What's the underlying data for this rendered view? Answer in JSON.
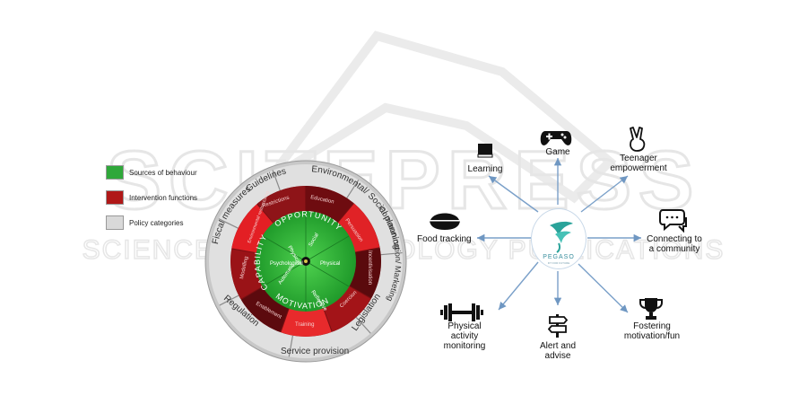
{
  "watermark": {
    "big_text": "SCITEPRESS",
    "small_text": "SCIENCE AND TECHNOLOGY PUBLICATIONS"
  },
  "legend": [
    {
      "label": "Sources of behaviour",
      "color": "#2fa83a"
    },
    {
      "label": "Intervention functions",
      "color": "#b01818"
    },
    {
      "label": "Policy categories",
      "color": "#d9d9d9"
    }
  ],
  "wheel": {
    "policy": [
      "Guidelines",
      "Environmental/ Social planning",
      "Communication/ Marketing",
      "Legislation",
      "Service provision",
      "Regulation",
      "Fiscal measures"
    ],
    "interventions": [
      "Restrictions",
      "Education",
      "Persuasion",
      "Incentivisation",
      "Coercion",
      "Training",
      "Enablement",
      "Modelling",
      "Environmental restructuring"
    ],
    "sources": {
      "capability": "CAPABILITY",
      "opportunity": "OPPORTUNITY",
      "motivation": "MOTIVATION",
      "physical": "Physical",
      "social": "Social",
      "psychological": "Psychological",
      "physical2": "Physical",
      "automatic": "Automatic",
      "reflective": "Reflective"
    }
  },
  "hub": {
    "logo_text": "PEGASO",
    "logo_sub": "FIT FOR FUTURE"
  },
  "nodes": {
    "learning": "Learning",
    "game": "Game",
    "teen_1": "Teenager",
    "teen_2": "empowerment",
    "food": "Food tracking",
    "community_1": "Connecting to",
    "community_2": "a community",
    "physical_1": "Physical",
    "physical_2": "activity",
    "physical_3": "monitoring",
    "alert_1": "Alert and",
    "alert_2": "advise",
    "fostering_1": "Fostering",
    "fostering_2": "motivation/fun"
  }
}
